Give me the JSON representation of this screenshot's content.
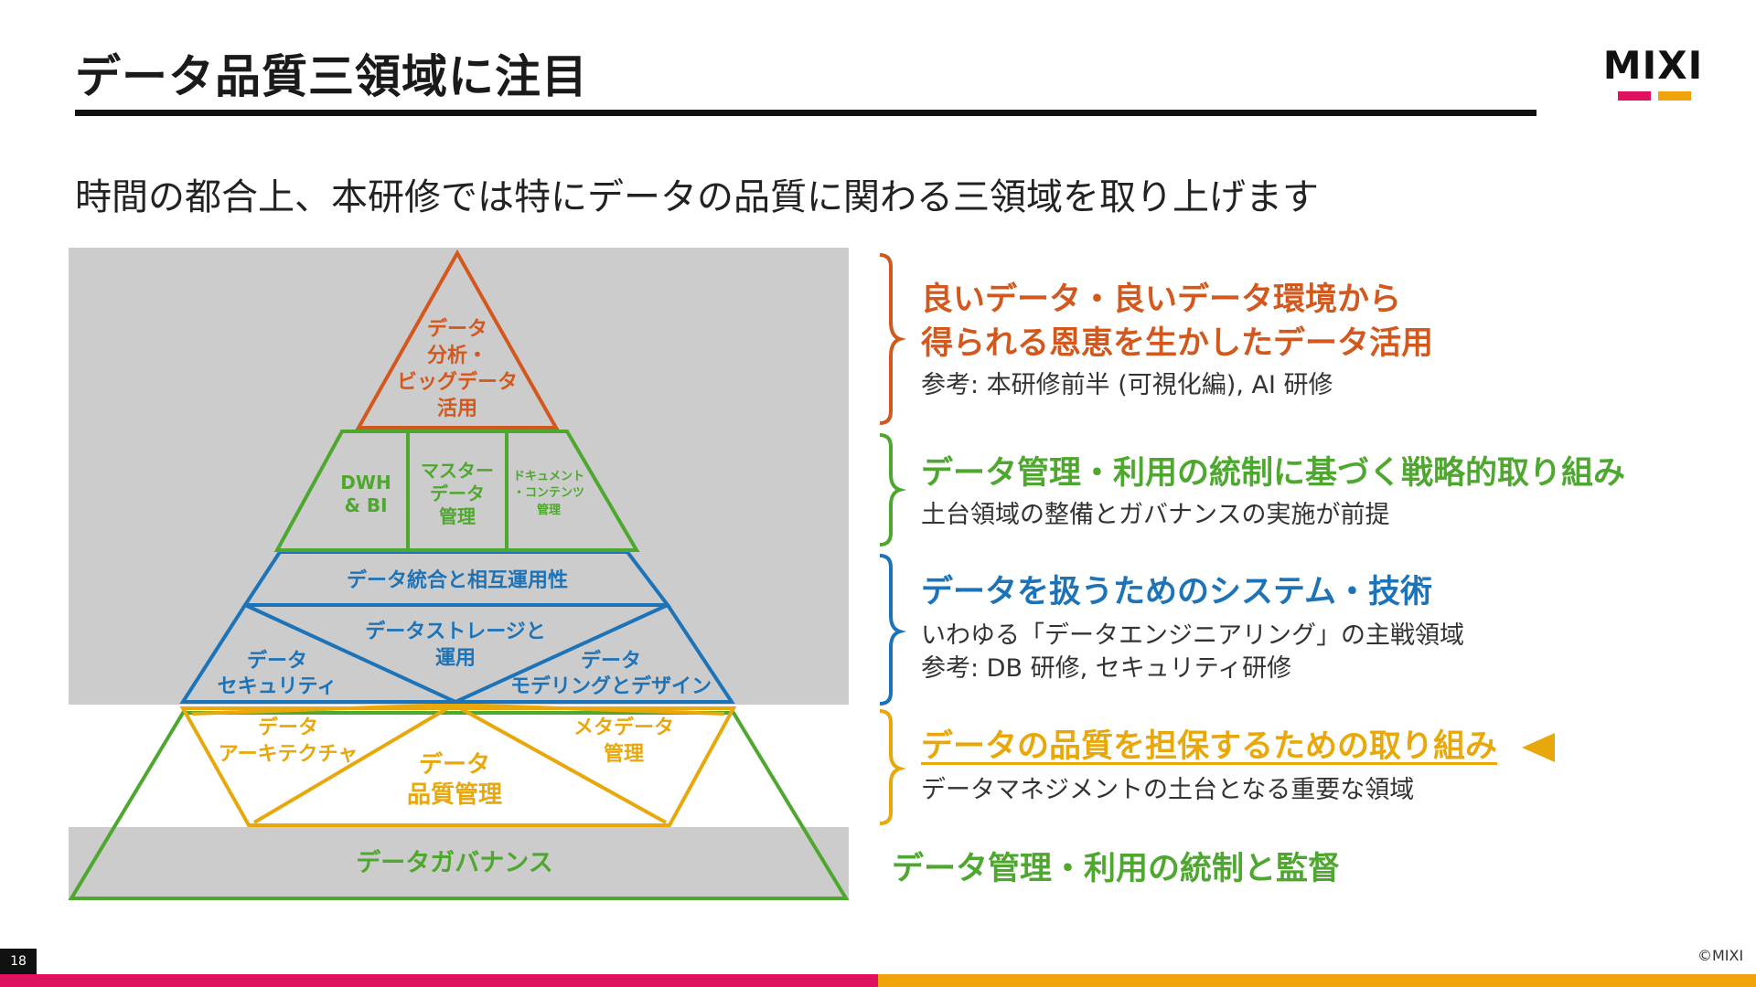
{
  "title": "データ品質三領域に注目",
  "logo": "MIXI",
  "subtitle": "時間の都合上、本研修では特にデータの品質に関わる三領域を取り上げます",
  "colors": {
    "orange": "#d2581e",
    "green": "#4ea72e",
    "blue": "#1d73b8",
    "yellow": "#e8a80c",
    "gray_bg": "#cccccc",
    "brand_red": "#e0115f",
    "brand_yellow": "#f0a30a"
  },
  "pyramid": {
    "analytics": [
      "データ",
      "分析・",
      "ビッグデータ",
      "活用"
    ],
    "dwh": [
      "DWH",
      "& BI"
    ],
    "master": [
      "マスター",
      "データ",
      "管理"
    ],
    "document": [
      "ドキュメント",
      "・コンテンツ",
      "管理"
    ],
    "integration": "データ統合と相互運用性",
    "storage": [
      "データストレージと",
      "運用"
    ],
    "security": [
      "データ",
      "セキュリティ"
    ],
    "modeling": [
      "データ",
      "モデリングとデザイン"
    ],
    "architecture": [
      "データ",
      "アーキテクチャ"
    ],
    "metadata": [
      "メタデータ",
      "管理"
    ],
    "quality": [
      "データ",
      "品質管理"
    ],
    "governance": "データガバナンス"
  },
  "sections": [
    {
      "heading": [
        "良いデータ・良いデータ環境から",
        "得られる恩恵を生かしたデータ活用"
      ],
      "notes": [
        "参考: 本研修前半 (可視化編), AI 研修"
      ]
    },
    {
      "heading": [
        "データ管理・利用の統制に基づく戦略的取り組み"
      ],
      "notes": [
        "土台領域の整備とガバナンスの実施が前提"
      ]
    },
    {
      "heading": [
        "データを扱うためのシステム・技術"
      ],
      "notes": [
        "いわゆる「データエンジニアリング」の主戦領域",
        "参考: DB 研修, セキュリティ研修"
      ]
    },
    {
      "heading": [
        "データの品質を担保するための取り組み"
      ],
      "notes": [
        "データマネジメントの土台となる重要な領域"
      ]
    }
  ],
  "governance_heading": "データ管理・利用の統制と監督",
  "pointer_icon": "left-triangle-pointer",
  "page_number": "18",
  "copyright": "©MIXI"
}
